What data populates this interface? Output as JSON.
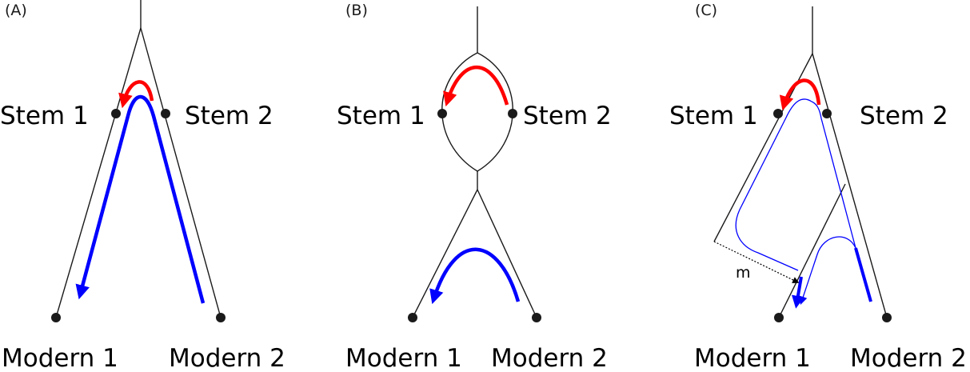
{
  "colors": {
    "tree": "#1a1a1a",
    "red_arrow": "#ff0000",
    "blue_arrow": "#0000ff",
    "background": "#ffffff"
  },
  "panels": [
    {
      "label": "(A)",
      "stem_left": "Stem 1",
      "stem_right": "Stem 2",
      "modern_left": "Modern 1",
      "modern_right": "Modern 2"
    },
    {
      "label": "(B)",
      "stem_left": "Stem 1",
      "stem_right": "Stem 2",
      "modern_left": "Modern 1",
      "modern_right": "Modern 2"
    },
    {
      "label": "(C)",
      "stem_left": "Stem 1",
      "stem_right": "Stem 2",
      "modern_left": "Modern 1",
      "modern_right": "Modern 2",
      "migration_label": "m"
    }
  ]
}
